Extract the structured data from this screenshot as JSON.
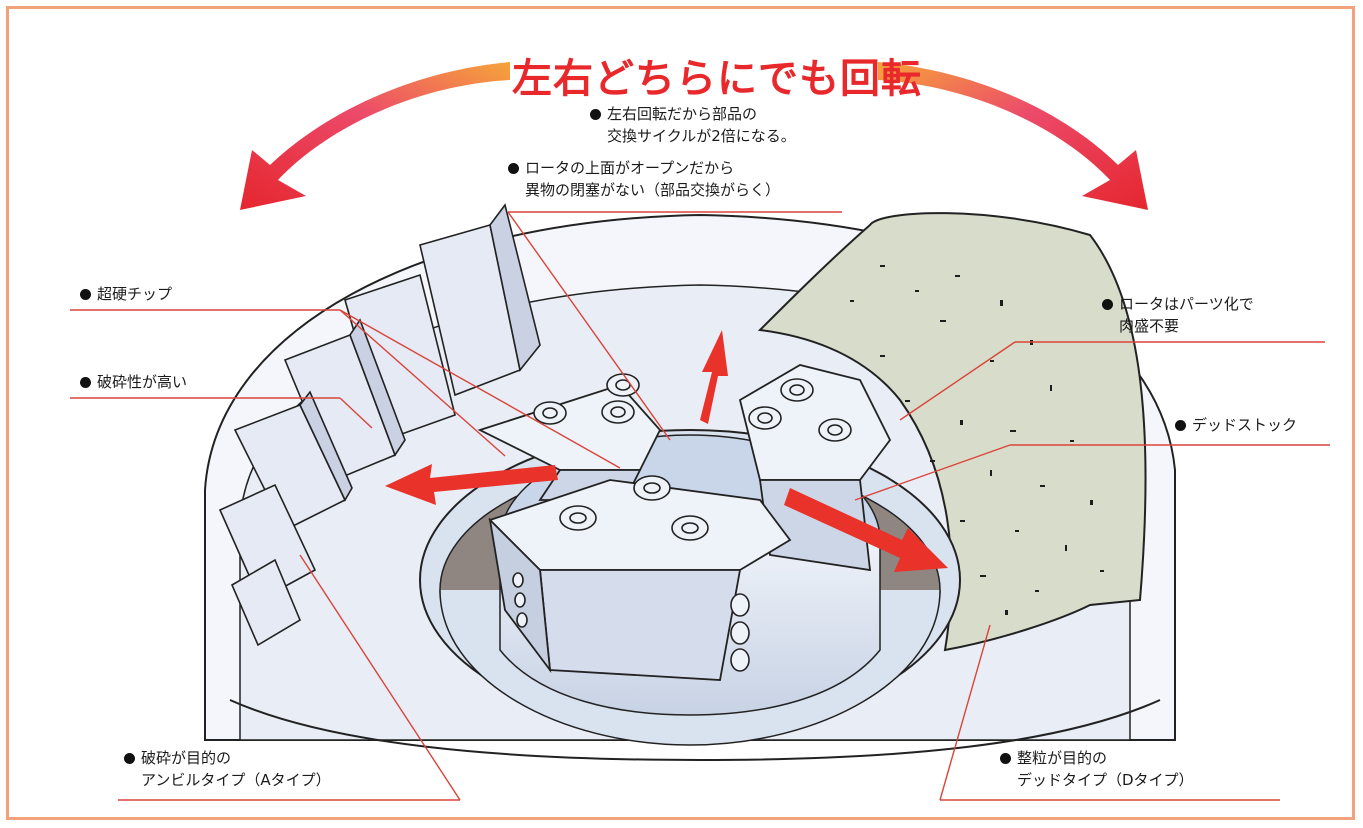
{
  "title": "左右どちらにでも回転",
  "notes": {
    "rotation": {
      "line1": "左右回転だから部品の",
      "line2": "交換サイクルが2倍になる。"
    },
    "open_top": {
      "line1": "ロータの上面がオープンだから",
      "line2": "異物の閉塞がない（部品交換がらく）"
    },
    "carbide_tip": {
      "line1": "超硬チップ"
    },
    "crushability": {
      "line1": "破砕性が高い"
    },
    "rotor_parts": {
      "line1": "ロータはパーツ化で",
      "line2": "肉盛不要"
    },
    "dead_stock": {
      "line1": "デッドストック"
    },
    "anvil_type": {
      "line1": "破砕が目的の",
      "line2": "アンビルタイプ（Aタイプ）"
    },
    "dead_type": {
      "line1": "整粒が目的の",
      "line2": "デッドタイプ（Dタイプ）"
    }
  },
  "colors": {
    "frame": "#f2a27a",
    "title": "#e8282b",
    "arrow_red": "#e8322a",
    "arrow_orange": "#f4a23a",
    "leader_line": "#d9443a",
    "stone": "#d8dccb",
    "anvil": "#e6eaf4",
    "rotor": "#d9e2ef",
    "base_floor": "#8f8682"
  },
  "icons": [
    "curved-arrow-left",
    "curved-arrow-right",
    "flow-arrow"
  ]
}
